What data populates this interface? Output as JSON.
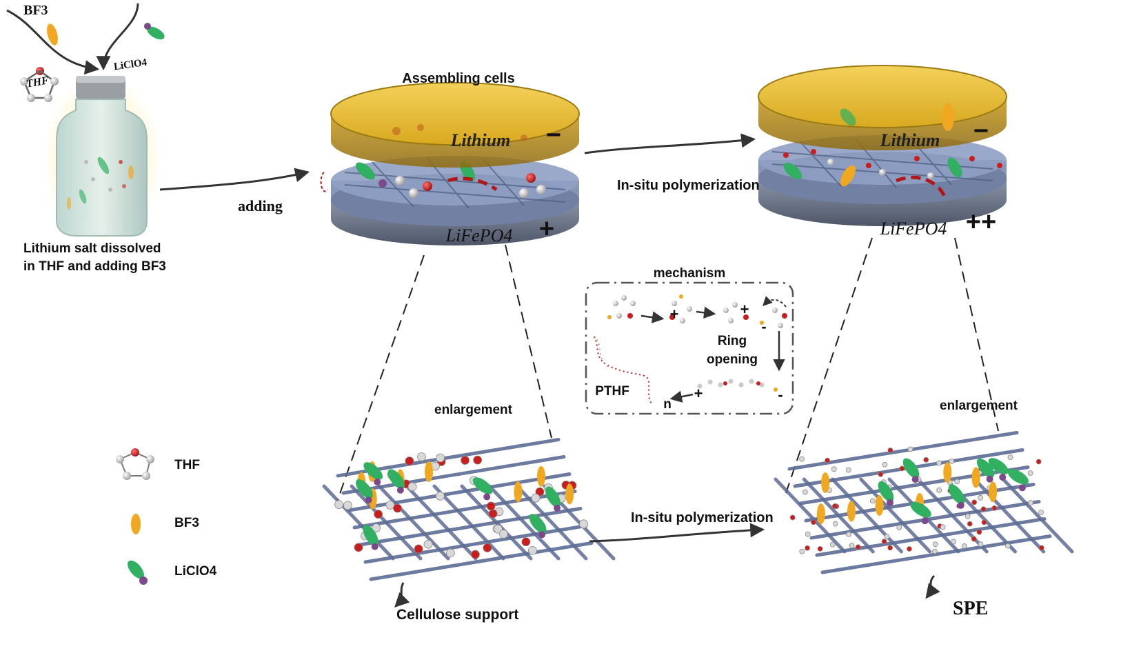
{
  "reagents": {
    "bf3": "BF3",
    "liclo4": "LiClO4",
    "thf_molecule": "THF"
  },
  "bottle": {
    "caption_line1": "Lithium salt dissolved",
    "caption_line2": "in THF and adding  BF3"
  },
  "arrows": {
    "adding": "adding",
    "polymerization_top": "In-situ polymerization",
    "polymerization_bottom": "In-situ polymerization"
  },
  "cell_left": {
    "title": "Assembling cells",
    "anode": "Lithium",
    "anode_sign": "−",
    "cathode": "LiFePO4",
    "cathode_sign": "+"
  },
  "cell_right": {
    "anode": "Lithium",
    "anode_sign": "−",
    "cathode": "LiFePO4",
    "cathode_sign": "++"
  },
  "mechanism": {
    "title": "mechanism",
    "ring_opening_1": "Ring",
    "ring_opening_2": "opening",
    "product": "PTHF",
    "repeat": "n",
    "plus": "+",
    "minus": "-"
  },
  "enlargement_left": "enlargement",
  "enlargement_right": "enlargement",
  "support_left": "Cellulose support",
  "support_right": "SPE",
  "legend": [
    {
      "label": "THF",
      "icon": "thf-ring-icon"
    },
    {
      "label": "BF3",
      "icon": "yellow-ellipse-icon"
    },
    {
      "label": "LiClO4",
      "icon": "green-ellipse-purple-ball-icon"
    }
  ],
  "colors": {
    "lithium": "#e2b828",
    "lithium_edge": "#9a7a12",
    "cathode": "#5a6478",
    "cathode_edge": "#3d4556",
    "mesh": "#5d6c95",
    "thf_o": "#c81e1e",
    "thf_c": "#d8d8d8",
    "bf3": "#f0a820",
    "liclo4": "#30b060",
    "liclo4_ball": "#7a4a8a"
  }
}
